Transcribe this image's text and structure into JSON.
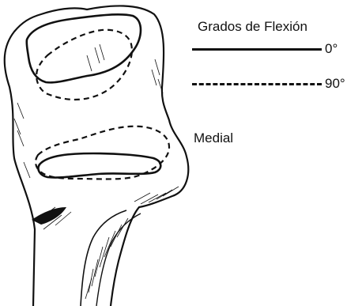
{
  "legend": {
    "title": "Grados de Flexión",
    "items": [
      {
        "label": "0°",
        "style": "solid"
      },
      {
        "label": "90°",
        "style": "dashed"
      }
    ]
  },
  "annotation": {
    "medial": "Medial"
  },
  "colors": {
    "ink": "#111111",
    "background": "#ffffff"
  }
}
